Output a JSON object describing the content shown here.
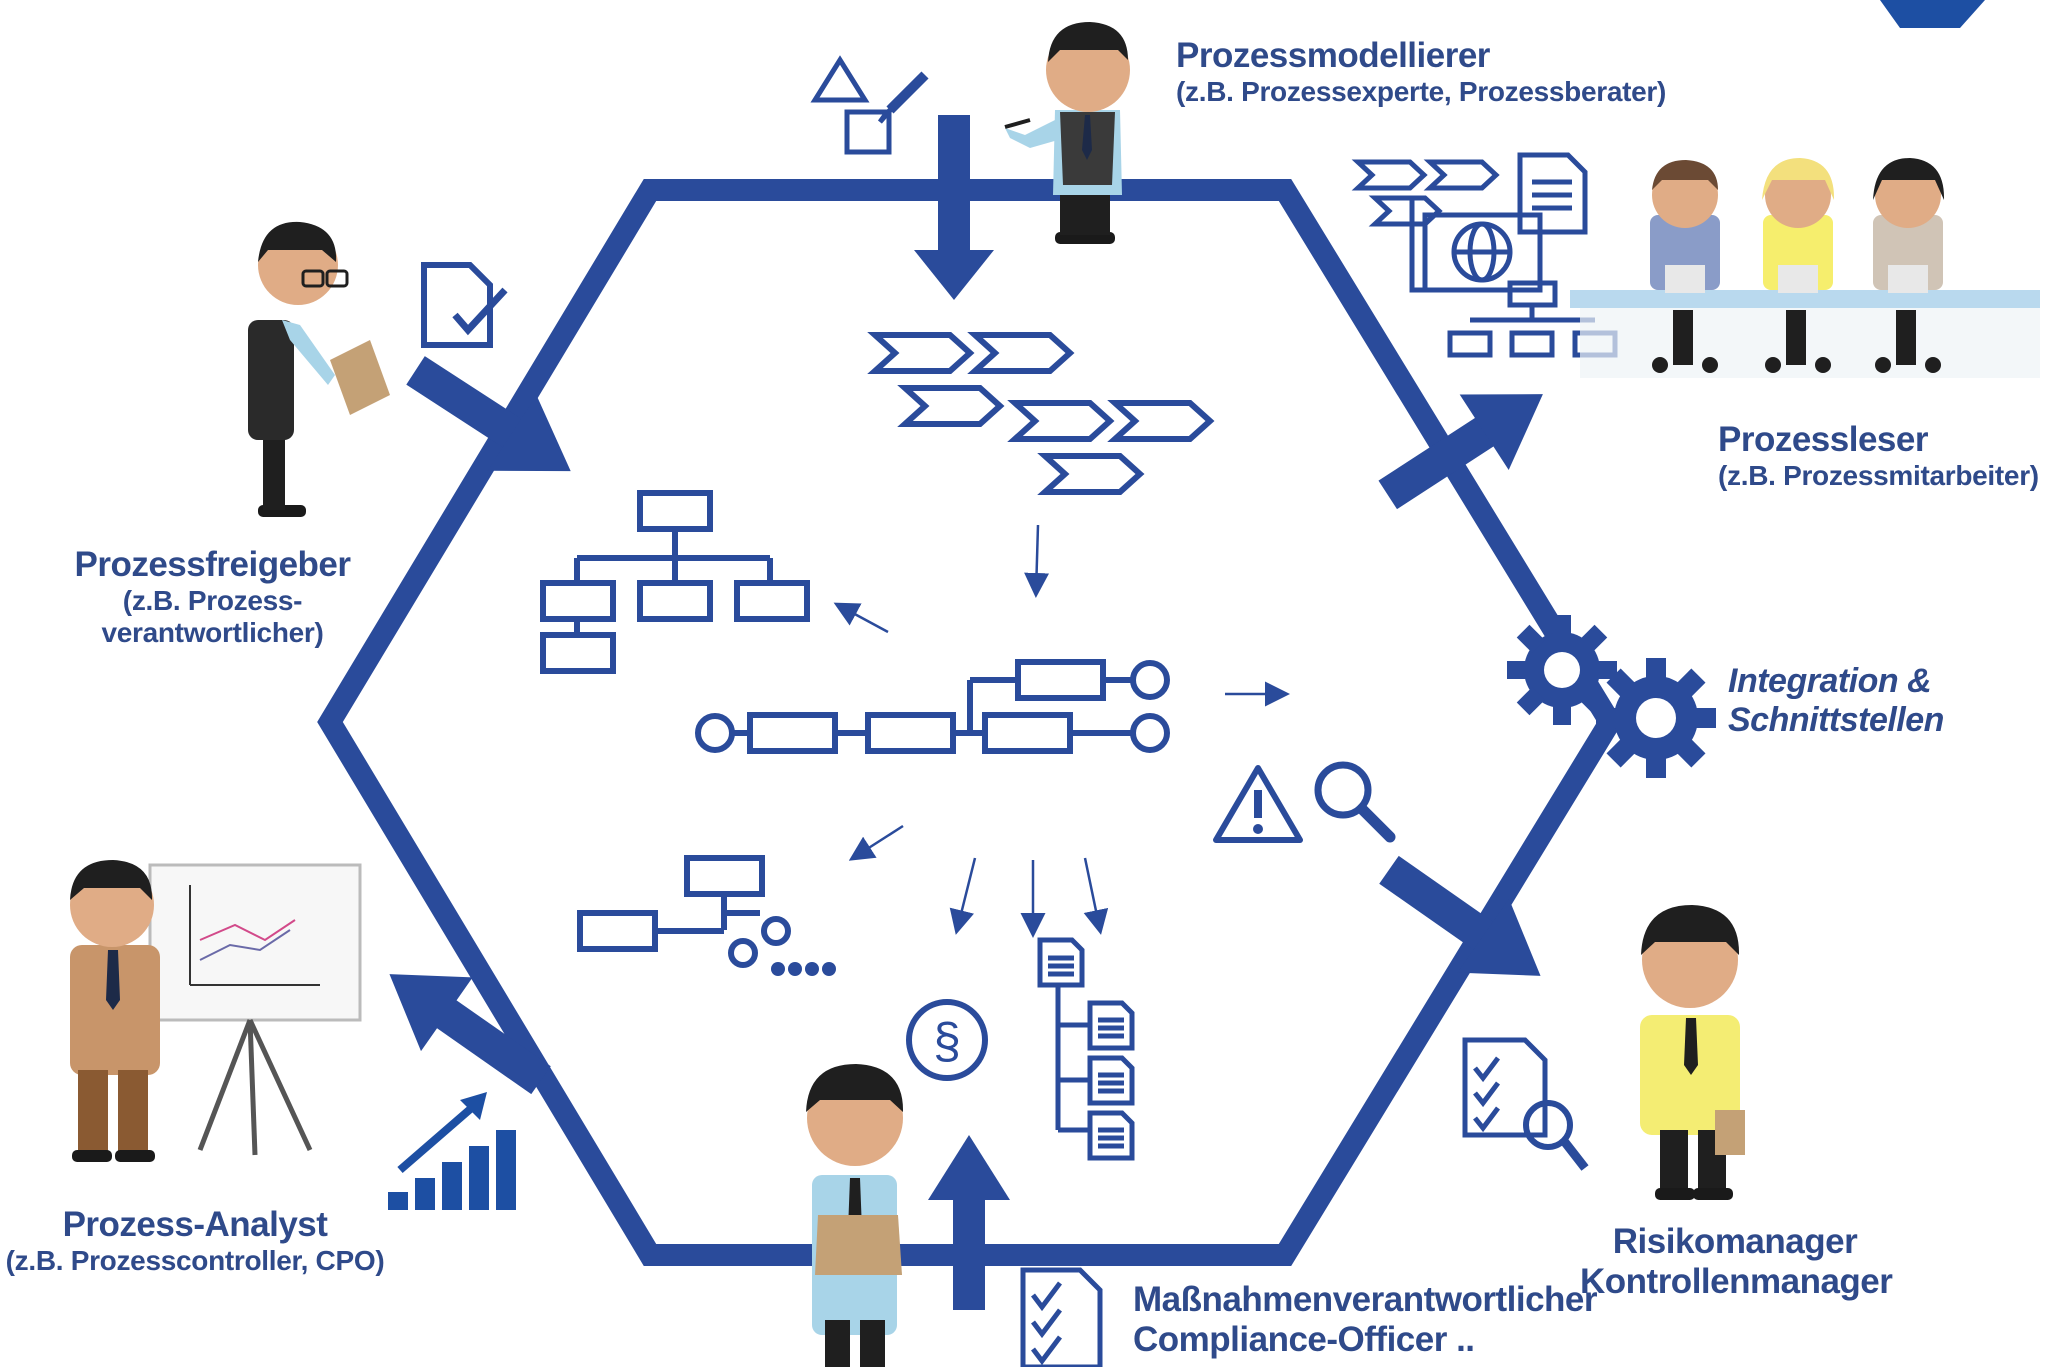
{
  "roles": {
    "modeler": {
      "title": "Prozessmodellierer",
      "subtitle": "(z.B. Prozessexperte, Prozessberater)"
    },
    "reader": {
      "title": "Prozessleser",
      "subtitle": "(z.B. Prozessmitarbeiter)"
    },
    "approver": {
      "title": "Prozessfreigeber",
      "subtitle_line1": "(z.B. Prozess-",
      "subtitle_line2": "verantwortlicher)"
    },
    "integration": {
      "line1": "Integration &",
      "line2": "Schnittstellen"
    },
    "analyst": {
      "title": "Prozess-Analyst",
      "subtitle": "(z.B. Prozesscontroller, CPO)"
    },
    "risk": {
      "line1": "Risikomanager",
      "line2": "Kontrollenmanager"
    },
    "compliance": {
      "line1": "Maßnahmenverantwortlicher",
      "line2": "Compliance-Officer .."
    }
  },
  "colors": {
    "brand_blue": "#2f4a8a",
    "icon_blue": "#2a4b9b",
    "skin": "#e0ac86",
    "hair": "#1f1f1f"
  }
}
